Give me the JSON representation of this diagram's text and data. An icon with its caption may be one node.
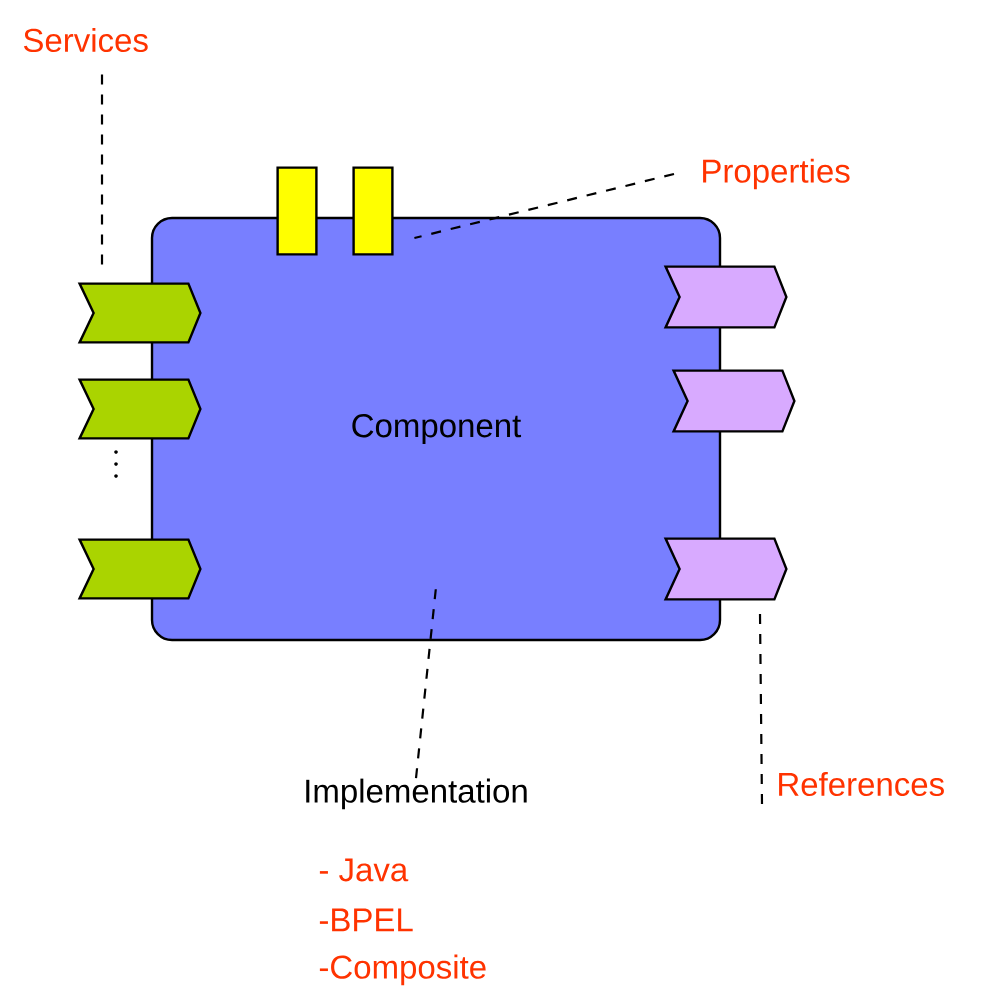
{
  "diagram": {
    "nodes": [
      {
        "text": [
          "Services"
        ]
      },
      {
        "text": [
          "Properties"
        ]
      },
      {
        "text": [],
        "shape": "bar"
      },
      {
        "text": [],
        "shape": "bar"
      },
      {
        "text": [
          "Component"
        ]
      },
      {
        "text": [],
        "shape": "chevron"
      },
      {
        "text": [],
        "shape": "chevron"
      },
      {
        "text": [],
        "shape": "chevron"
      },
      {
        "text": [],
        "shape": "chevron"
      },
      {
        "text": [],
        "shape": "chevron"
      },
      {
        "text": [],
        "shape": "chevron"
      },
      {
        "text": [
          "Implementation"
        ]
      },
      {
        "text": [
          "References"
        ]
      }
    ],
    "edges": [
      {
        "from": 0,
        "to": 5,
        "arrow": "none",
        "style": "dashed"
      },
      {
        "from": 1,
        "to": 3,
        "arrow": "none",
        "style": "dashed"
      },
      {
        "from": 11,
        "to": 4,
        "arrow": "none",
        "style": "dashed"
      },
      {
        "from": 12,
        "to": 10,
        "arrow": "none",
        "style": "dashed"
      }
    ],
    "labels": [
      "- Java",
      "-BPEL",
      "-Composite"
    ]
  }
}
